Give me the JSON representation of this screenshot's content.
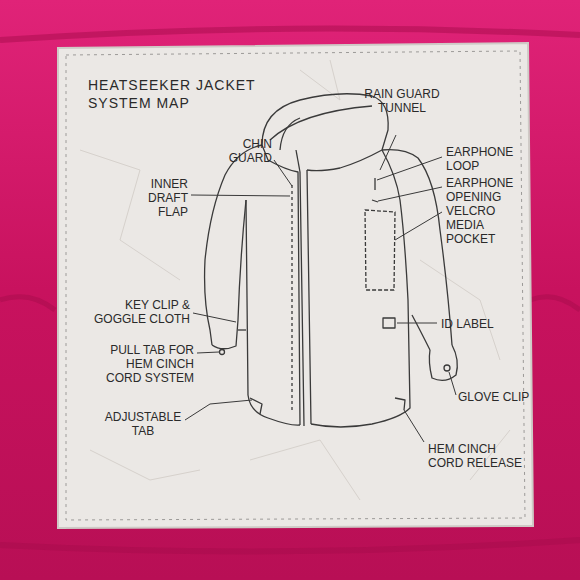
{
  "diagram": {
    "title": "HEATSEEKER JACKET SYSTEM MAP",
    "labels": [
      "RAIN GUARD TUNNEL",
      "CHIN GUARD",
      "EARPHONE LOOP",
      "EARPHONE OPENING",
      "INNER DRAFT FLAP",
      "VELCRO MEDIA POCKET",
      "KEY CLIP & GOGGLE CLOTH",
      "ID LABEL",
      "PULL TAB FOR HEM CINCH CORD SYSTEM",
      "GLOVE CLIP",
      "ADJUSTABLE TAB",
      "HEM CINCH CORD RELEASE"
    ]
  }
}
